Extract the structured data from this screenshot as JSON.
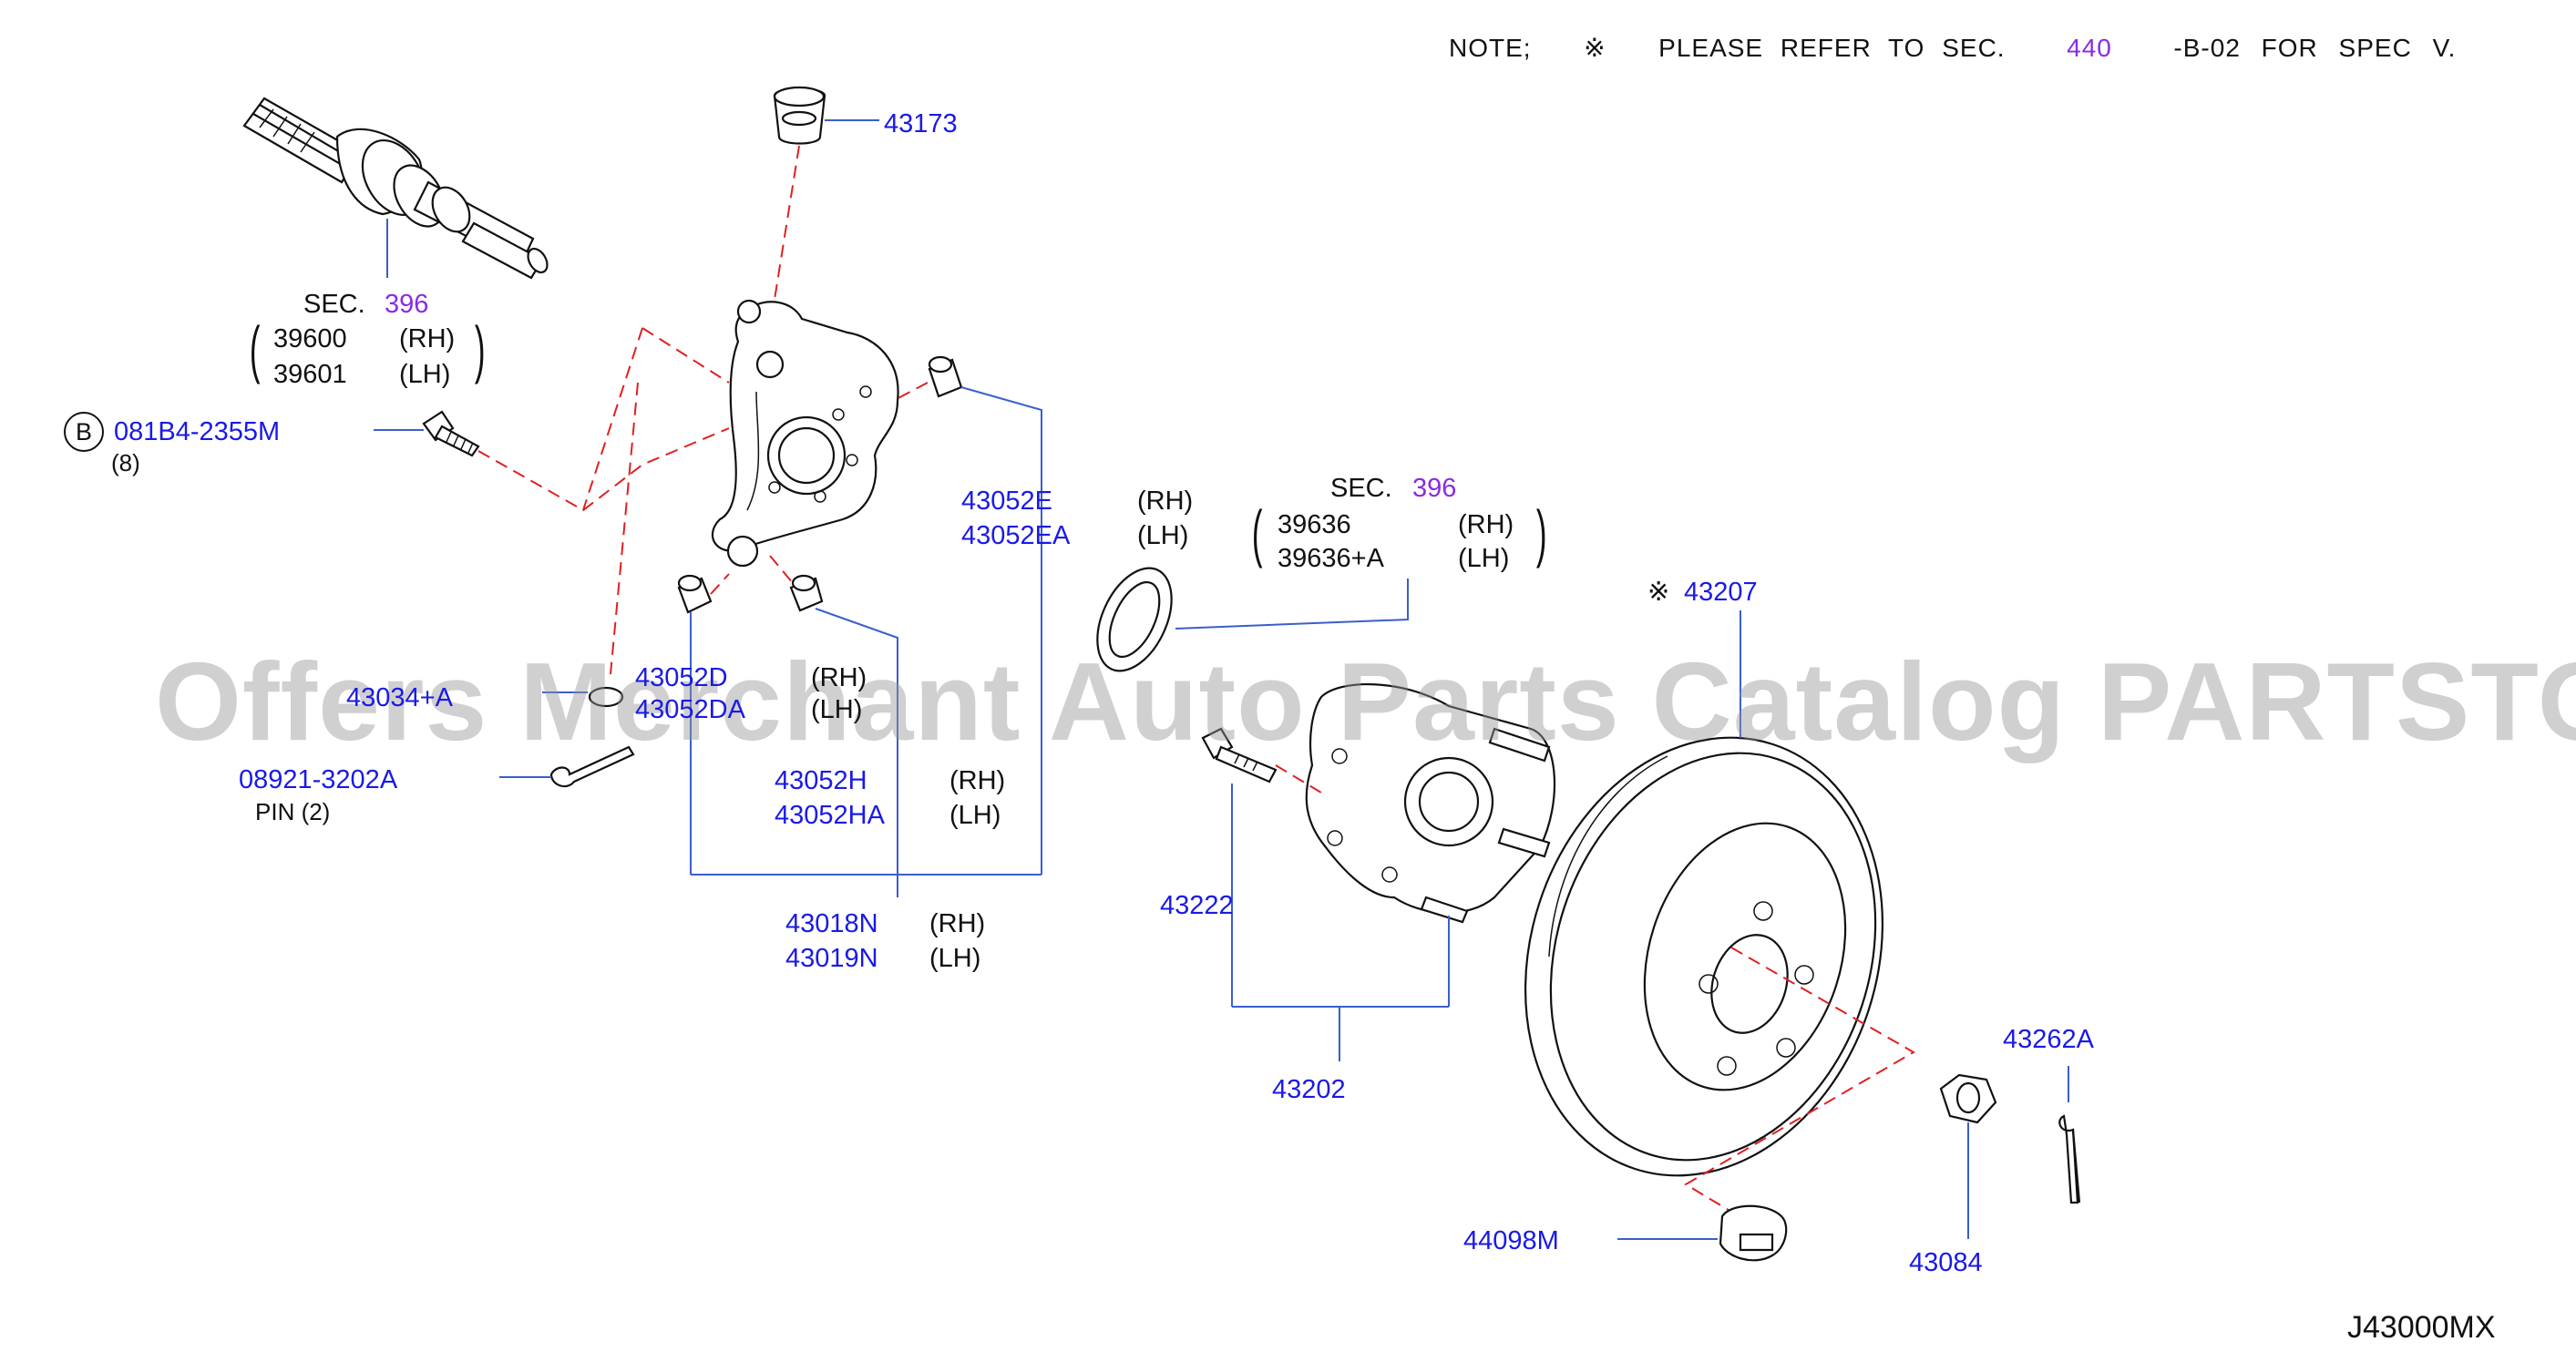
{
  "note": {
    "prefix": "NOTE;",
    "symbol": "※",
    "text_before": "PLEASE  REFER  TO  SEC.",
    "sec_link": "440",
    "text_after": "-B-02  FOR  SPEC  V."
  },
  "watermark": "Offers Merchant Auto Parts Catalog PARTSTORE.SA",
  "diagram_id": "J43000MX",
  "labels": {
    "p43173": "43173",
    "sec_a": "SEC.",
    "sec_a_num": "396",
    "p39600": "39600",
    "p39601": "39601",
    "rh": "(RH)",
    "lh": "(LH)",
    "circle_b": "B",
    "bolt": "081B4-2355M",
    "bolt_qty": "(8)",
    "p43052E": "43052E",
    "p43052EA": "43052EA",
    "sec_b": "SEC.",
    "sec_b_num": "396",
    "p39636": "39636",
    "p39636A": "39636+A",
    "p43207_sym": "※",
    "p43207": "43207",
    "p43034A": "43034+A",
    "p43052D": "43052D",
    "p43052DA": "43052DA",
    "rh_obscured": "(RH)",
    "lh_obscured": "(LH)",
    "pin_part": "08921-3202A",
    "pin_label": "PIN  (2)",
    "p43052H": "43052H",
    "p43052HA": "43052HA",
    "p43018N": "43018N",
    "p43019N": "43019N",
    "p43222": "43222",
    "p43202": "43202",
    "p43262A": "43262A",
    "p44098M": "44098M",
    "p43084": "43084"
  },
  "colors": {
    "part_link": "#1a1ae6",
    "section_link": "#8a2be2",
    "text": "#111111",
    "dashed_guide": "#e02020",
    "leader": "#3a5fcd"
  }
}
